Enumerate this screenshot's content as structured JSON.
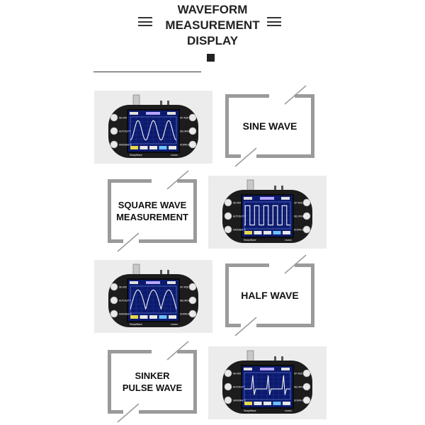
{
  "header": {
    "title": "WAVEFORM\nMEASUREMENT\nDISPLAY"
  },
  "sections": [
    {
      "label": "SINE WAVE",
      "wave": "sine"
    },
    {
      "label": "SQUARE WAVE\nMEASUREMENT",
      "wave": "square"
    },
    {
      "label": "HALF WAVE",
      "wave": "half"
    },
    {
      "label": "SINKER\nPULSE WAVE",
      "wave": "pulse"
    }
  ],
  "device": {
    "left_buttons": [
      "SE-M/D",
      "AUTO/LIFT",
      "SAVE/BACK"
    ],
    "right_buttons": [
      "UP-ADD",
      "SEL/RIGHT",
      "DOWN-SUB"
    ],
    "brand": "SharpWave",
    "model": "FNIRSI"
  },
  "colors": {
    "screen": "#0c1a6e",
    "grid": "#3a56b8",
    "trace": "#f2f2f2",
    "body": "#1c1c1c",
    "panel": "#ececec",
    "frame": "#9a9a9a"
  }
}
